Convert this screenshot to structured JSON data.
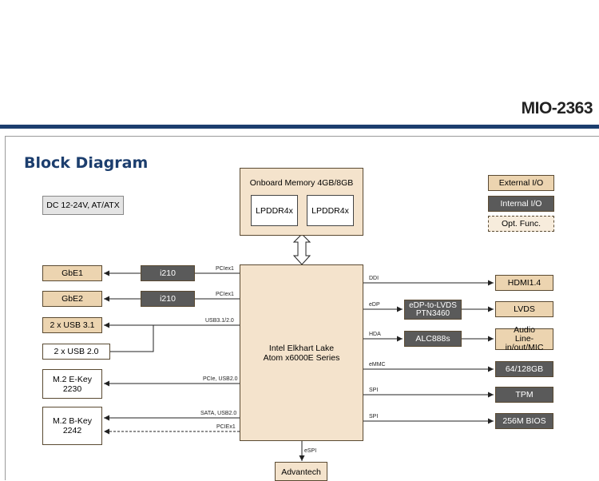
{
  "header": {
    "model": "MIO-2363"
  },
  "diagram": {
    "title": "Block Diagram",
    "legend": {
      "external": "External I/O",
      "internal": "Internal I/O",
      "optional": "Opt. Func."
    },
    "power": "DC 12-24V, AT/ATX",
    "memory": {
      "title": "Onboard Memory 4GB/8GB",
      "chip1": "LPDDR4x",
      "chip2": "LPDDR4x"
    },
    "cpu": {
      "line1": "Intel Elkhart Lake",
      "line2": "Atom x6000E Series"
    },
    "left": {
      "gbe1": "GbE1",
      "gbe2": "GbE2",
      "i210_1": "i210",
      "i210_2": "i210",
      "usb31": "2 x USB 3.1",
      "usb20": "2 x USB 2.0",
      "mekey": {
        "line1": "M.2 E-Key",
        "line2": "2230"
      },
      "mbkey": {
        "line1": "M.2 B-Key",
        "line2": "2242"
      }
    },
    "right": {
      "hdmi": "HDMI1.4",
      "edp_bridge": {
        "line1": "eDP-to-LVDS",
        "line2": "PTN3460"
      },
      "lvds": "LVDS",
      "alc": "ALC888s",
      "audio": {
        "line1": "Audio",
        "line2": "Line-in/out/MIC"
      },
      "emmc_size": "64/128GB",
      "tpm": "TPM",
      "bios": "256M BIOS"
    },
    "bottom": {
      "ec": "Advantech"
    },
    "signals": {
      "pciex1_a": "PCIex1",
      "pciex1_b": "PCIex1",
      "usb": "USB3.1/2.0",
      "pcie_usb": "PCIe, USB2.0",
      "sata_usb": "SATA, USB2.0",
      "pciex1_c": "PCIEx1",
      "ddi": "DDI",
      "edp": "eDP",
      "hda": "HDA",
      "emmc": "eMMC",
      "spi1": "SPI",
      "spi2": "SPI",
      "espi": "eSPI"
    },
    "colors": {
      "brand": "#1c3e6e",
      "heading": "#1c3e6e",
      "external": "#ecd4b0",
      "internal": "#5a5a5a",
      "cpu": "#f4e3cc",
      "power": "#e4e4e4",
      "line": "#222222",
      "optional": "#f7ecdc"
    }
  }
}
